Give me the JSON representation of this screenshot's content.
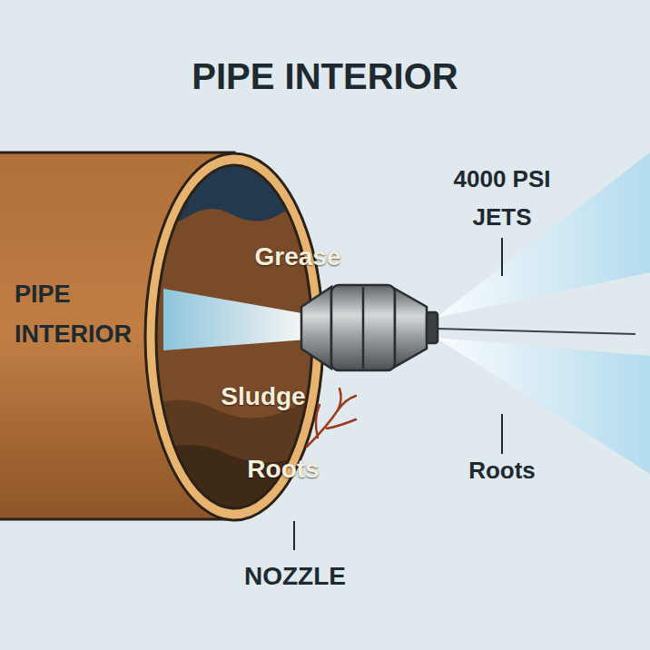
{
  "diagram": {
    "title": "PIPE INTERIOR",
    "labels": [
      "PIPE INTERIOR",
      "Grease",
      "Sludge",
      "Roots",
      "4000 PSI JETS",
      "Roots",
      "NOZZLE"
    ]
  }
}
